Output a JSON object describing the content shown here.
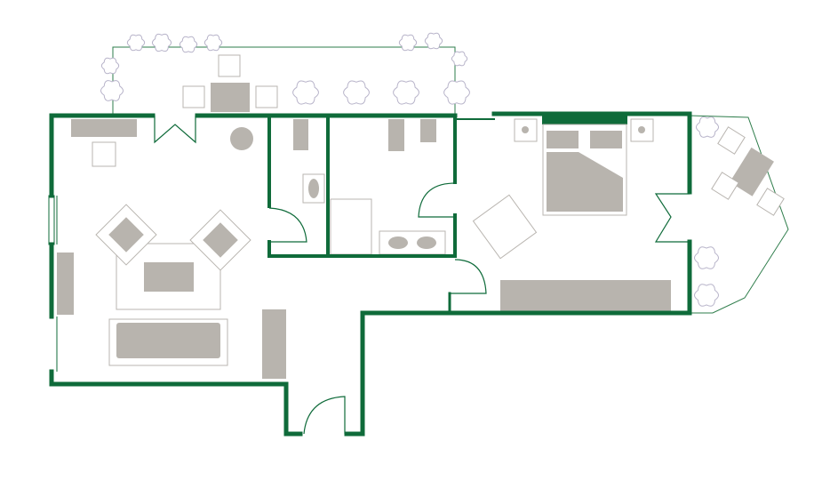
{
  "colors": {
    "wall": "#0f6b3a",
    "terrace_line": "#2e7d4b",
    "furniture_fill": "#b8b4ae",
    "furniture_outline": "#b9b5b0",
    "plant_outline": "#b7b3c9",
    "background": "#ffffff"
  },
  "rooms": [
    {
      "name": "living-room"
    },
    {
      "name": "bathroom"
    },
    {
      "name": "wc"
    },
    {
      "name": "bedroom"
    },
    {
      "name": "hallway"
    },
    {
      "name": "terrace"
    },
    {
      "name": "balcony"
    }
  ],
  "icons": [
    "plant-icon",
    "door-swing-icon",
    "window-icon",
    "sofa-icon",
    "armchair-icon",
    "bed-icon",
    "sink-icon",
    "toilet-icon"
  ]
}
